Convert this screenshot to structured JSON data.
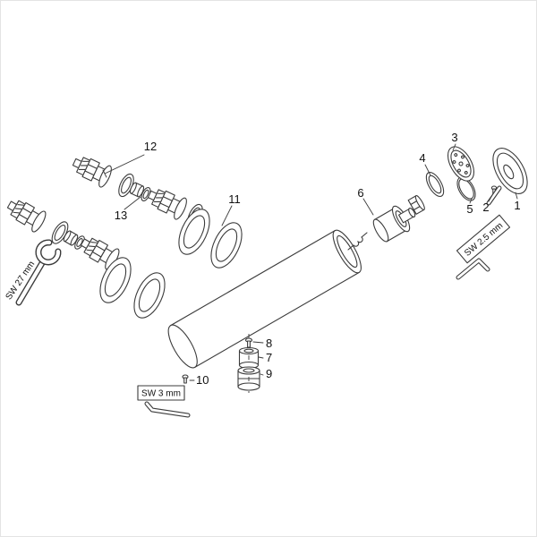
{
  "page": {
    "background": "#ffffff",
    "line_color": "#3b3b3b",
    "text_color": "#111111"
  },
  "diagram": {
    "kind": "exploded-parts-diagram",
    "part_labels": {
      "p1": "1",
      "p2": "2",
      "p3": "3",
      "p4": "4",
      "p5": "5",
      "p6": "6",
      "p7": "7",
      "p8": "8",
      "p9": "9",
      "p10": "10",
      "p11": "11",
      "p12": "12",
      "p13": "13"
    },
    "tool_labels": {
      "wrench": "SW 27 mm",
      "allen_small": "SW 2.5 mm",
      "allen_large": "SW 3 mm"
    }
  }
}
